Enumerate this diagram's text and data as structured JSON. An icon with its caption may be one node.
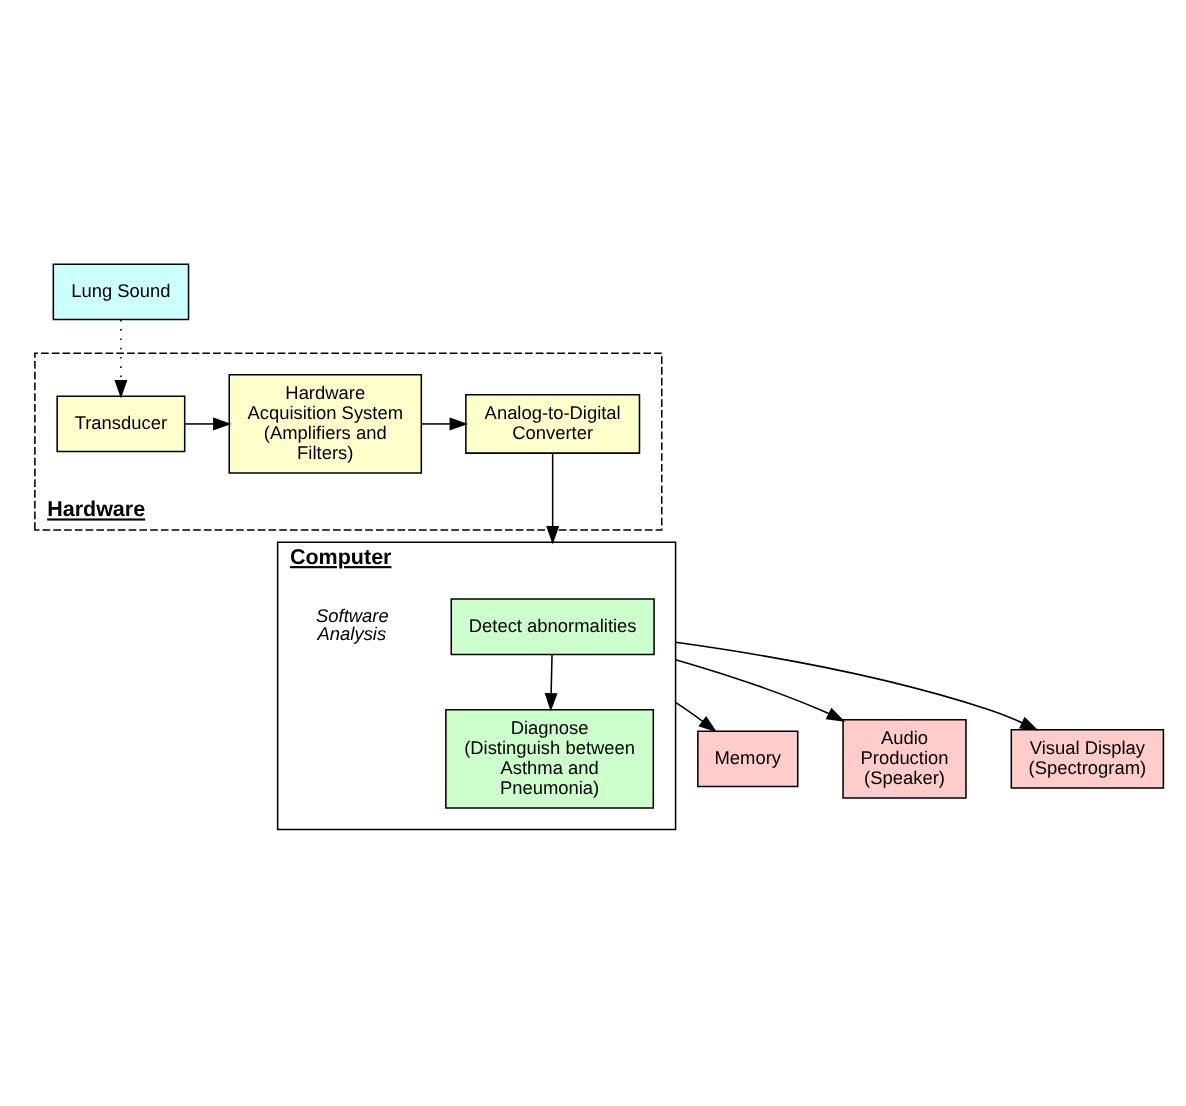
{
  "diagram": {
    "nodes": [
      {
        "text": [
          "Lung Sound"
        ]
      },
      {
        "text": [
          "Hardware"
        ]
      },
      {
        "text": [
          "Transducer"
        ],
        "in": 1
      },
      {
        "text": [
          "Hardware Acquisition System (Amplifiers and Filters)"
        ],
        "in": 1
      },
      {
        "text": [
          "Analog-to-Digital Converter"
        ],
        "in": 1
      },
      {
        "text": [
          "Computer"
        ]
      },
      {
        "text": [
          "Detect abnormalities"
        ],
        "in": 5
      },
      {
        "text": [
          "Diagnose (Distinguish between Asthma and Pneumonia)"
        ],
        "in": 5
      },
      {
        "text": [
          "Memory"
        ]
      },
      {
        "text": [
          "Audio Production (Speaker)"
        ]
      },
      {
        "text": [
          "Visual Display (Spectrogram)"
        ]
      }
    ],
    "edges": [
      {
        "from": 0,
        "to": 2,
        "arrow": "to",
        "style": "dashed"
      },
      {
        "from": 2,
        "to": 3,
        "arrow": "to"
      },
      {
        "from": 3,
        "to": 4,
        "arrow": "to"
      },
      {
        "from": 4,
        "to": 5,
        "arrow": "to"
      },
      {
        "from": 6,
        "to": 7,
        "arrow": "to"
      },
      {
        "from": 5,
        "to": 8,
        "arrow": "to"
      },
      {
        "from": 5,
        "to": 9,
        "arrow": "to"
      },
      {
        "from": 5,
        "to": 10,
        "arrow": "to"
      }
    ],
    "labels": [
      "Software Analysis"
    ]
  }
}
